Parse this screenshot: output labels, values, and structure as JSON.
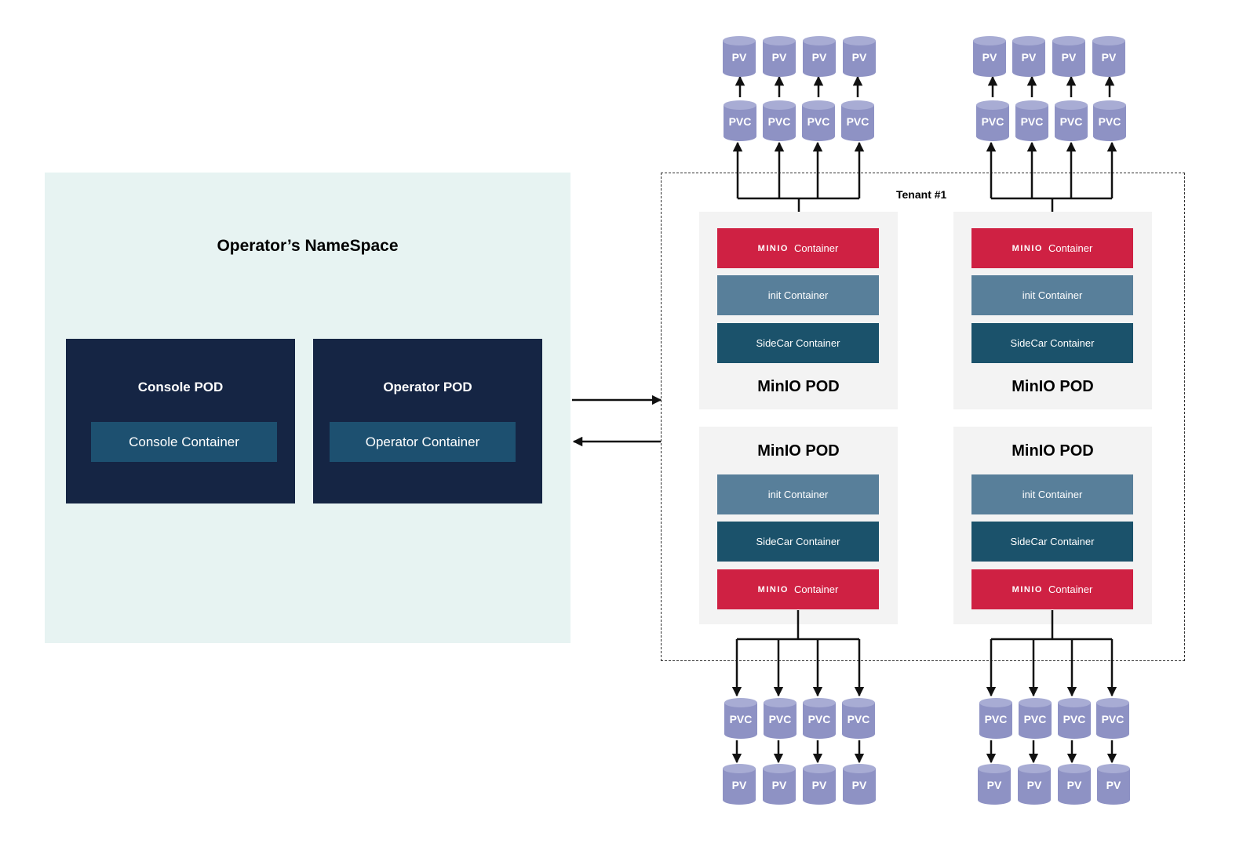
{
  "namespace": {
    "title": "Operator’s NameSpace",
    "console_pod": {
      "title": "Console POD",
      "container": "Console Container"
    },
    "operator_pod": {
      "title": "Operator POD",
      "container": "Operator Container"
    }
  },
  "tenant": {
    "label": "Tenant #1",
    "pods": [
      {
        "title": "MinIO POD",
        "minio_logo": "MINIO",
        "minio_container": "Container",
        "init_container": "init Container",
        "sidecar_container": "SideCar Container"
      },
      {
        "title": "MinIO POD",
        "minio_logo": "MINIO",
        "minio_container": "Container",
        "init_container": "init Container",
        "sidecar_container": "SideCar Container"
      },
      {
        "title": "MinIO POD",
        "minio_logo": "MINIO",
        "minio_container": "Container",
        "init_container": "init Container",
        "sidecar_container": "SideCar Container"
      },
      {
        "title": "MinIO POD",
        "minio_logo": "MINIO",
        "minio_container": "Container",
        "init_container": "init Container",
        "sidecar_container": "SideCar Container"
      }
    ]
  },
  "storage": {
    "pvc_label": "PVC",
    "pv_label": "PV"
  },
  "colors": {
    "namespace_bg": "#e7f3f2",
    "pod_dark": "#152544",
    "minio_red": "#cf2143",
    "init_blue": "#587f9a",
    "sidecar_teal": "#1b526b",
    "storage": "#8e92c4"
  }
}
